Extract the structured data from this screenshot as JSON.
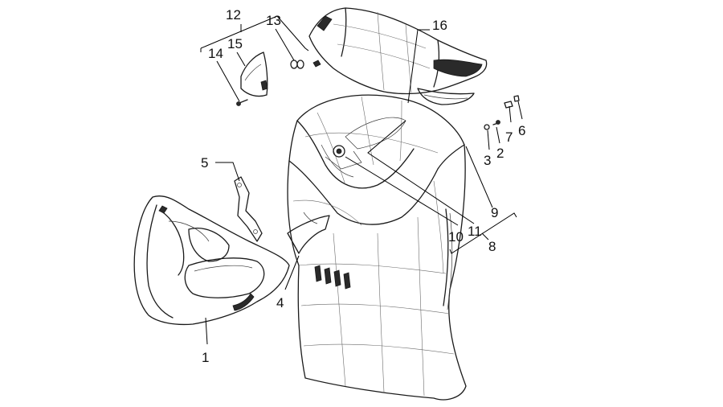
{
  "callouts": [
    {
      "key": "1",
      "text": "1"
    },
    {
      "key": "2",
      "text": "2"
    },
    {
      "key": "3",
      "text": "3"
    },
    {
      "key": "4",
      "text": "4"
    },
    {
      "key": "5",
      "text": "5"
    },
    {
      "key": "6",
      "text": "6"
    },
    {
      "key": "7",
      "text": "7"
    },
    {
      "key": "8",
      "text": "8"
    },
    {
      "key": "9",
      "text": "9"
    },
    {
      "key": "10",
      "text": "10"
    },
    {
      "key": "11",
      "text": "11"
    },
    {
      "key": "12",
      "text": "12"
    },
    {
      "key": "13",
      "text": "13"
    },
    {
      "key": "14",
      "text": "14"
    },
    {
      "key": "15",
      "text": "15"
    },
    {
      "key": "16",
      "text": "16"
    }
  ],
  "colors": {
    "line": "#1a1a1a",
    "background": "#ffffff"
  }
}
